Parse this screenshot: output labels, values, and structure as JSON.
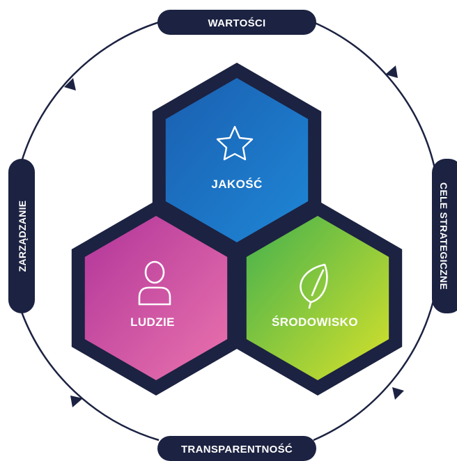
{
  "cycle": {
    "top_label": "WARTOŚCI",
    "right_label": "CELE STRATEGICZNE",
    "bottom_label": "TRANSPARENTNOŚĆ",
    "left_label": "ZARZĄDZANIE"
  },
  "hexagons": {
    "top": {
      "label": "JAKOŚĆ",
      "icon": "star-icon"
    },
    "left": {
      "label": "LUDZIE",
      "icon": "person-icon"
    },
    "right": {
      "label": "ŚRODOWISKO",
      "icon": "leaf-icon"
    }
  },
  "colors": {
    "navy": "#1c2241",
    "blue": "#1d6fc0",
    "magenta": "#c0449a",
    "green": "#8cc63f",
    "white": "#ffffff"
  }
}
